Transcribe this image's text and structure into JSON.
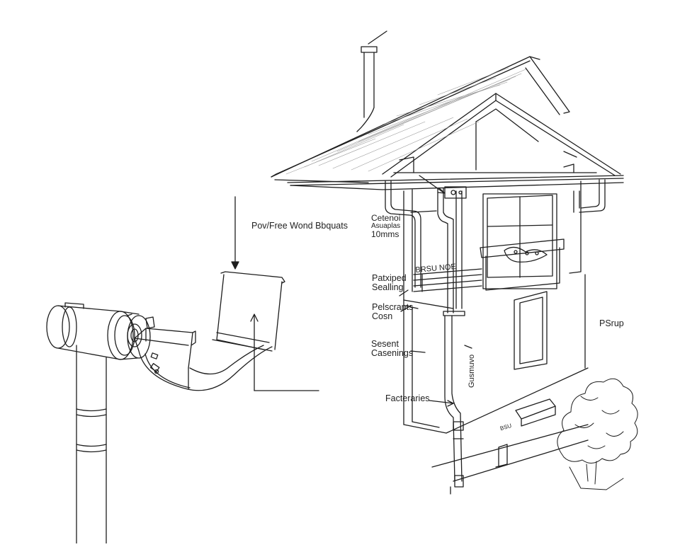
{
  "colors": {
    "ink": "#1e1e1e",
    "paper": "#ffffff",
    "shade": "#dcdcdc"
  },
  "labels": {
    "top_callout": "Pov/Free Wond Bbquats",
    "cetenoi": [
      "Cetenoi",
      "Asuaplas",
      "10mms"
    ],
    "vertical_mid": "BRSU NOE",
    "patxiped": [
      "Patxiped",
      "Sealling"
    ],
    "pelscrants": [
      "Pelscrants",
      "Cosn"
    ],
    "sesent": [
      "Sesent",
      "Casenings"
    ],
    "vertical_downspout": "Gusmuvo",
    "facteraries": "Facteraries",
    "right_side": "PSrup",
    "small_wall_text": "BSU"
  },
  "icons": {
    "pipe": "pipe-elbow-icon",
    "gutter": "gutter-bracket-icon",
    "house": "house-section-icon",
    "tree": "shrub-icon"
  }
}
